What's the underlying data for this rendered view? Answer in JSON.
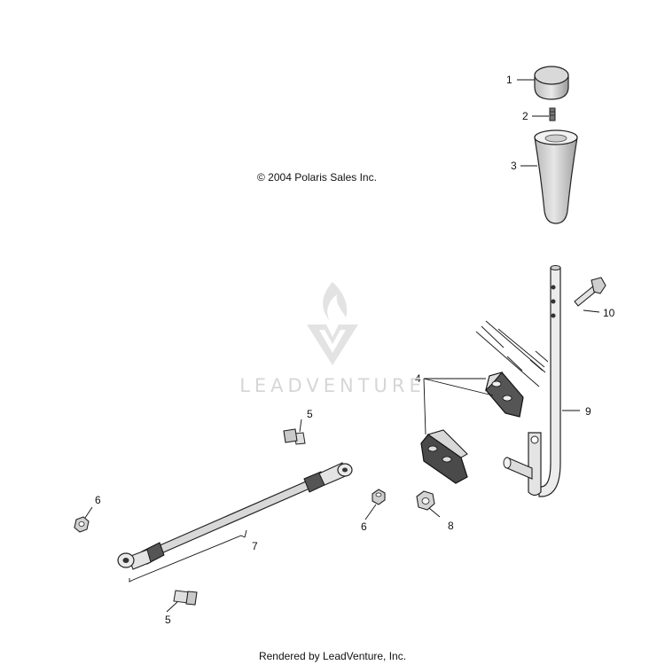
{
  "copyright": "© 2004 Polaris Sales Inc.",
  "watermark": "LEADVENTURE",
  "footer": "Rendered by LeadVenture, Inc.",
  "callouts": [
    "1",
    "2",
    "3",
    "4",
    "5",
    "5",
    "6",
    "6",
    "7",
    "8",
    "9",
    "10"
  ]
}
